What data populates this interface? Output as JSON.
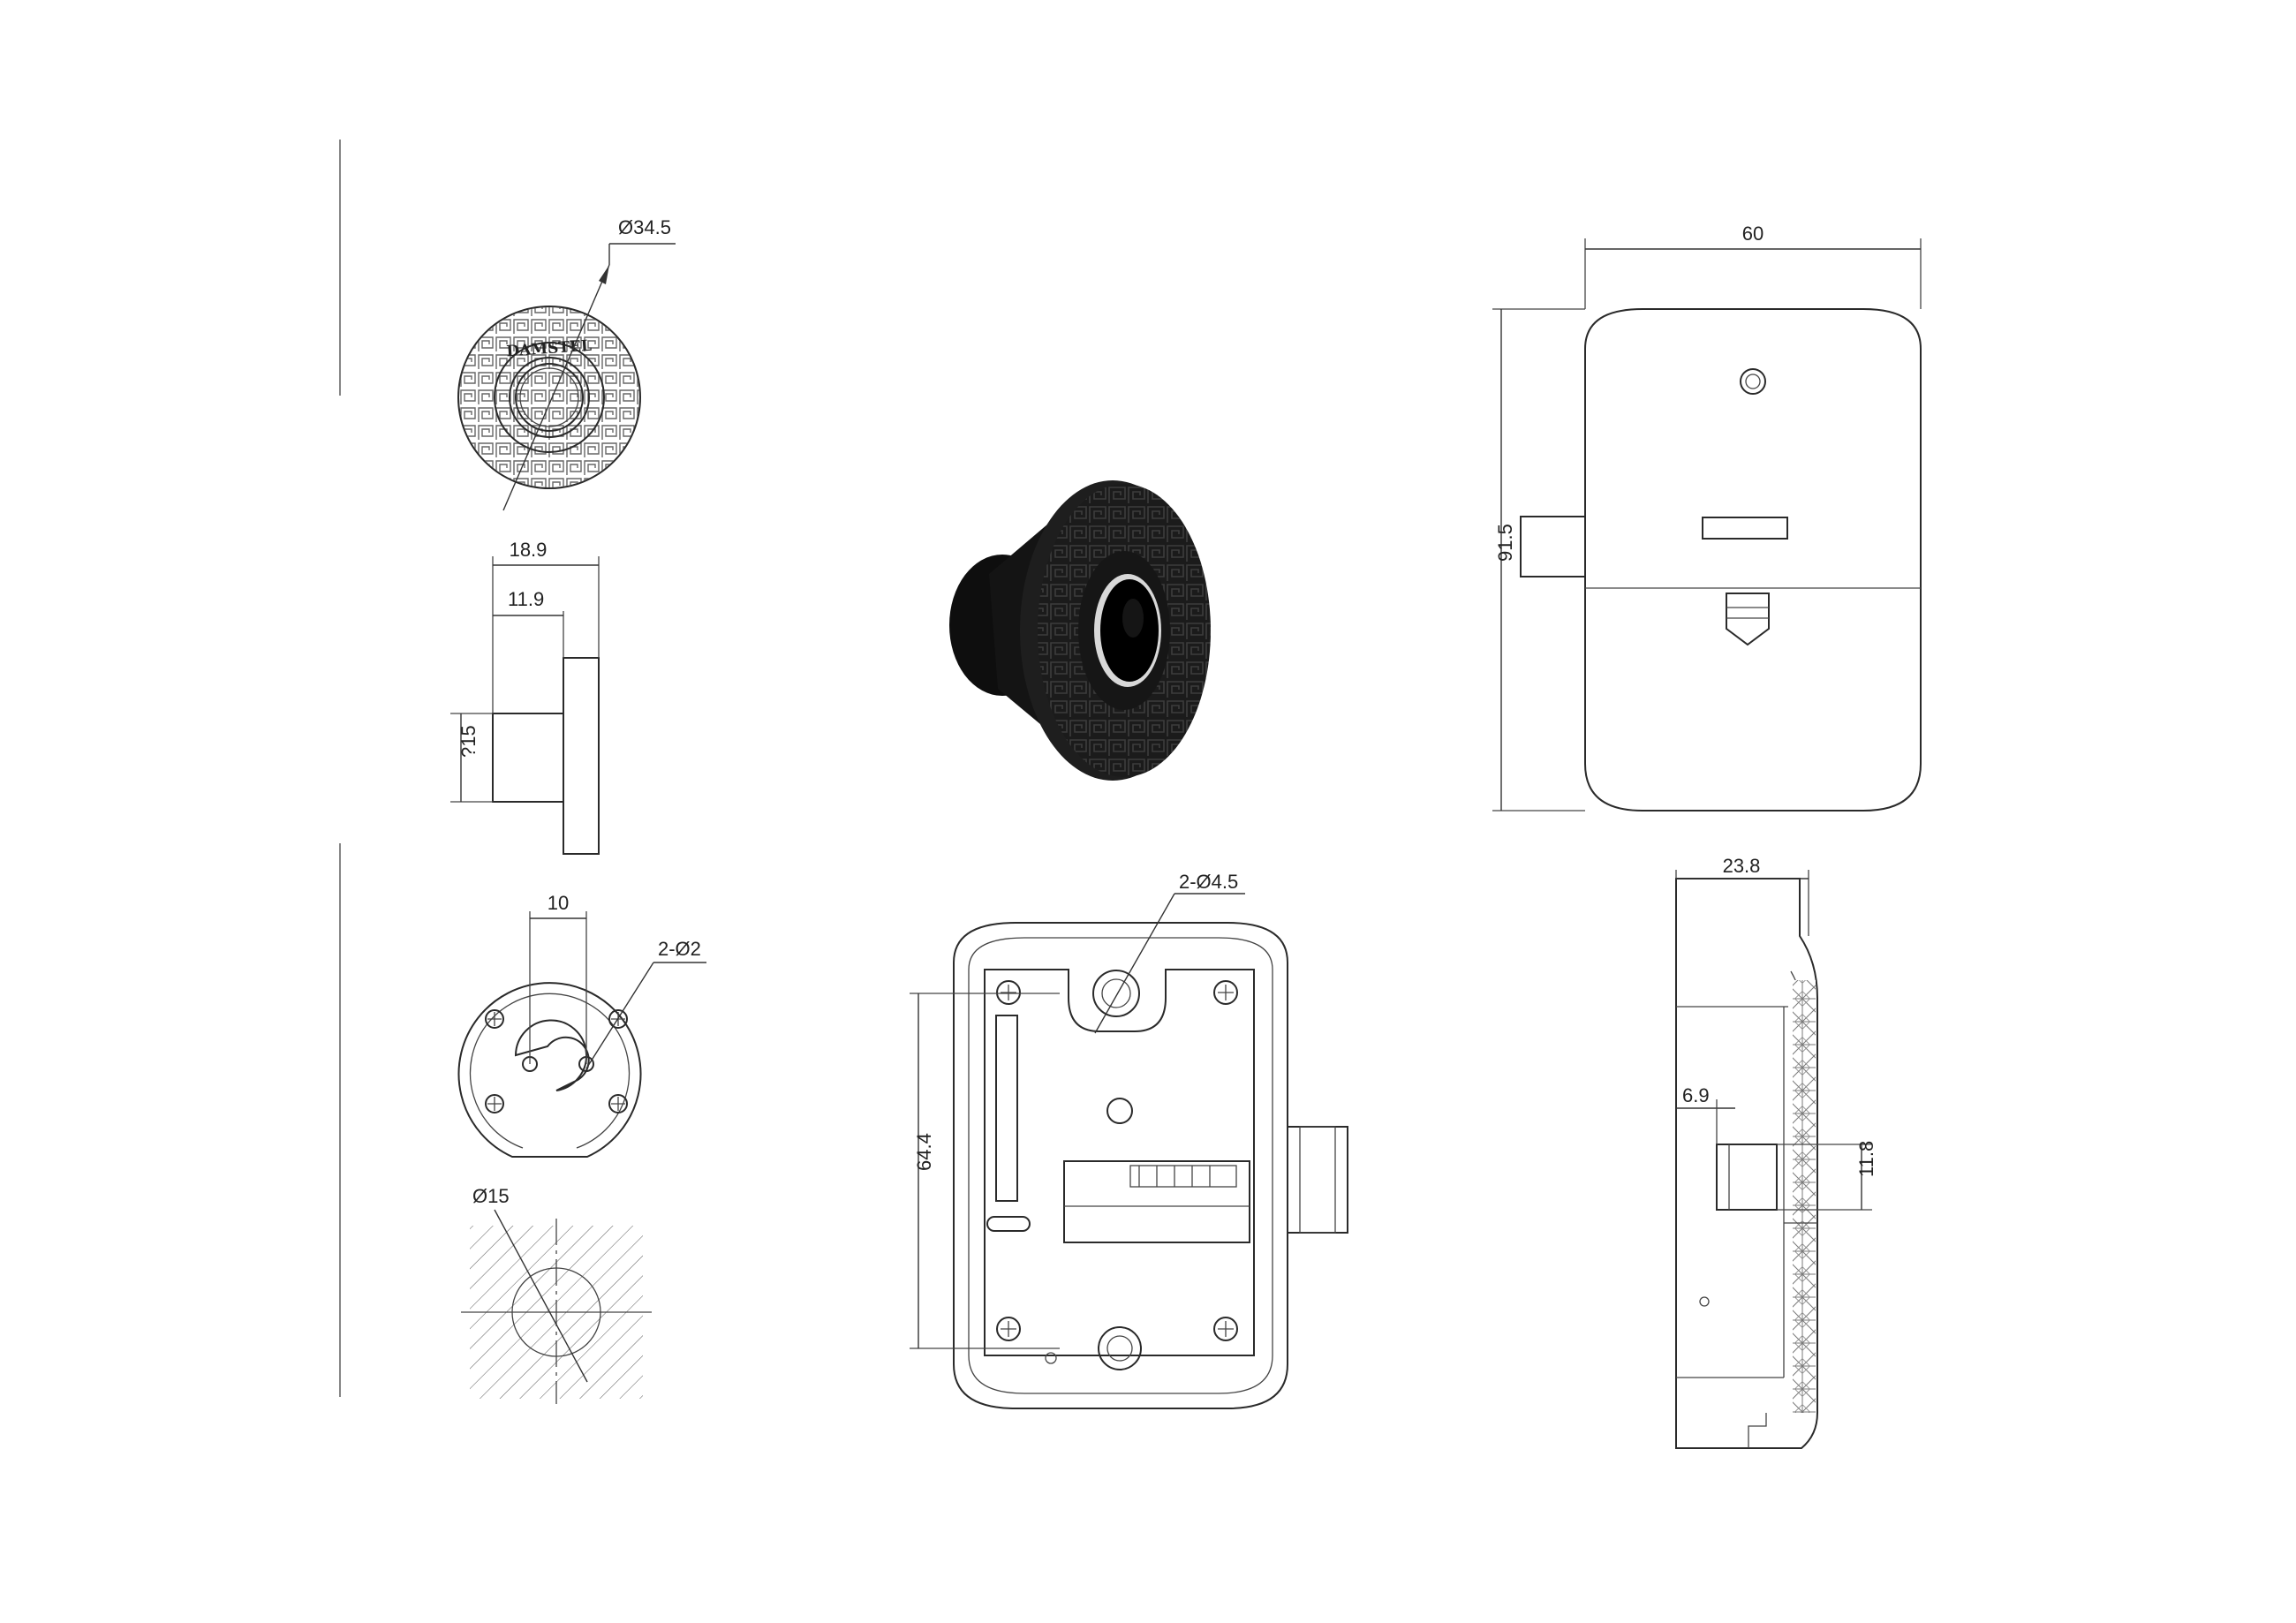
{
  "dimensions": {
    "knob_diameter": "Ø34.5",
    "knob_total_depth": "18.9",
    "knob_shaft_length": "11.9",
    "knob_shaft_diameter": "?15",
    "knob_back_spacing": "10",
    "knob_back_holes": "2-Ø2",
    "cutout_diameter": "Ø15",
    "lock_mount_holes": "2-Ø4.5",
    "lock_hole_spacing": "64.4",
    "lock_width": "60",
    "lock_height": "91.5",
    "lock_depth": "23.8",
    "bolt_offset": "6.9",
    "bolt_height": "11.8"
  },
  "logo_text": "DAMSTEL",
  "colors": {
    "line": "#2a2a2a",
    "knob_body": "#1b1b1b",
    "knob_face": "#111111"
  }
}
